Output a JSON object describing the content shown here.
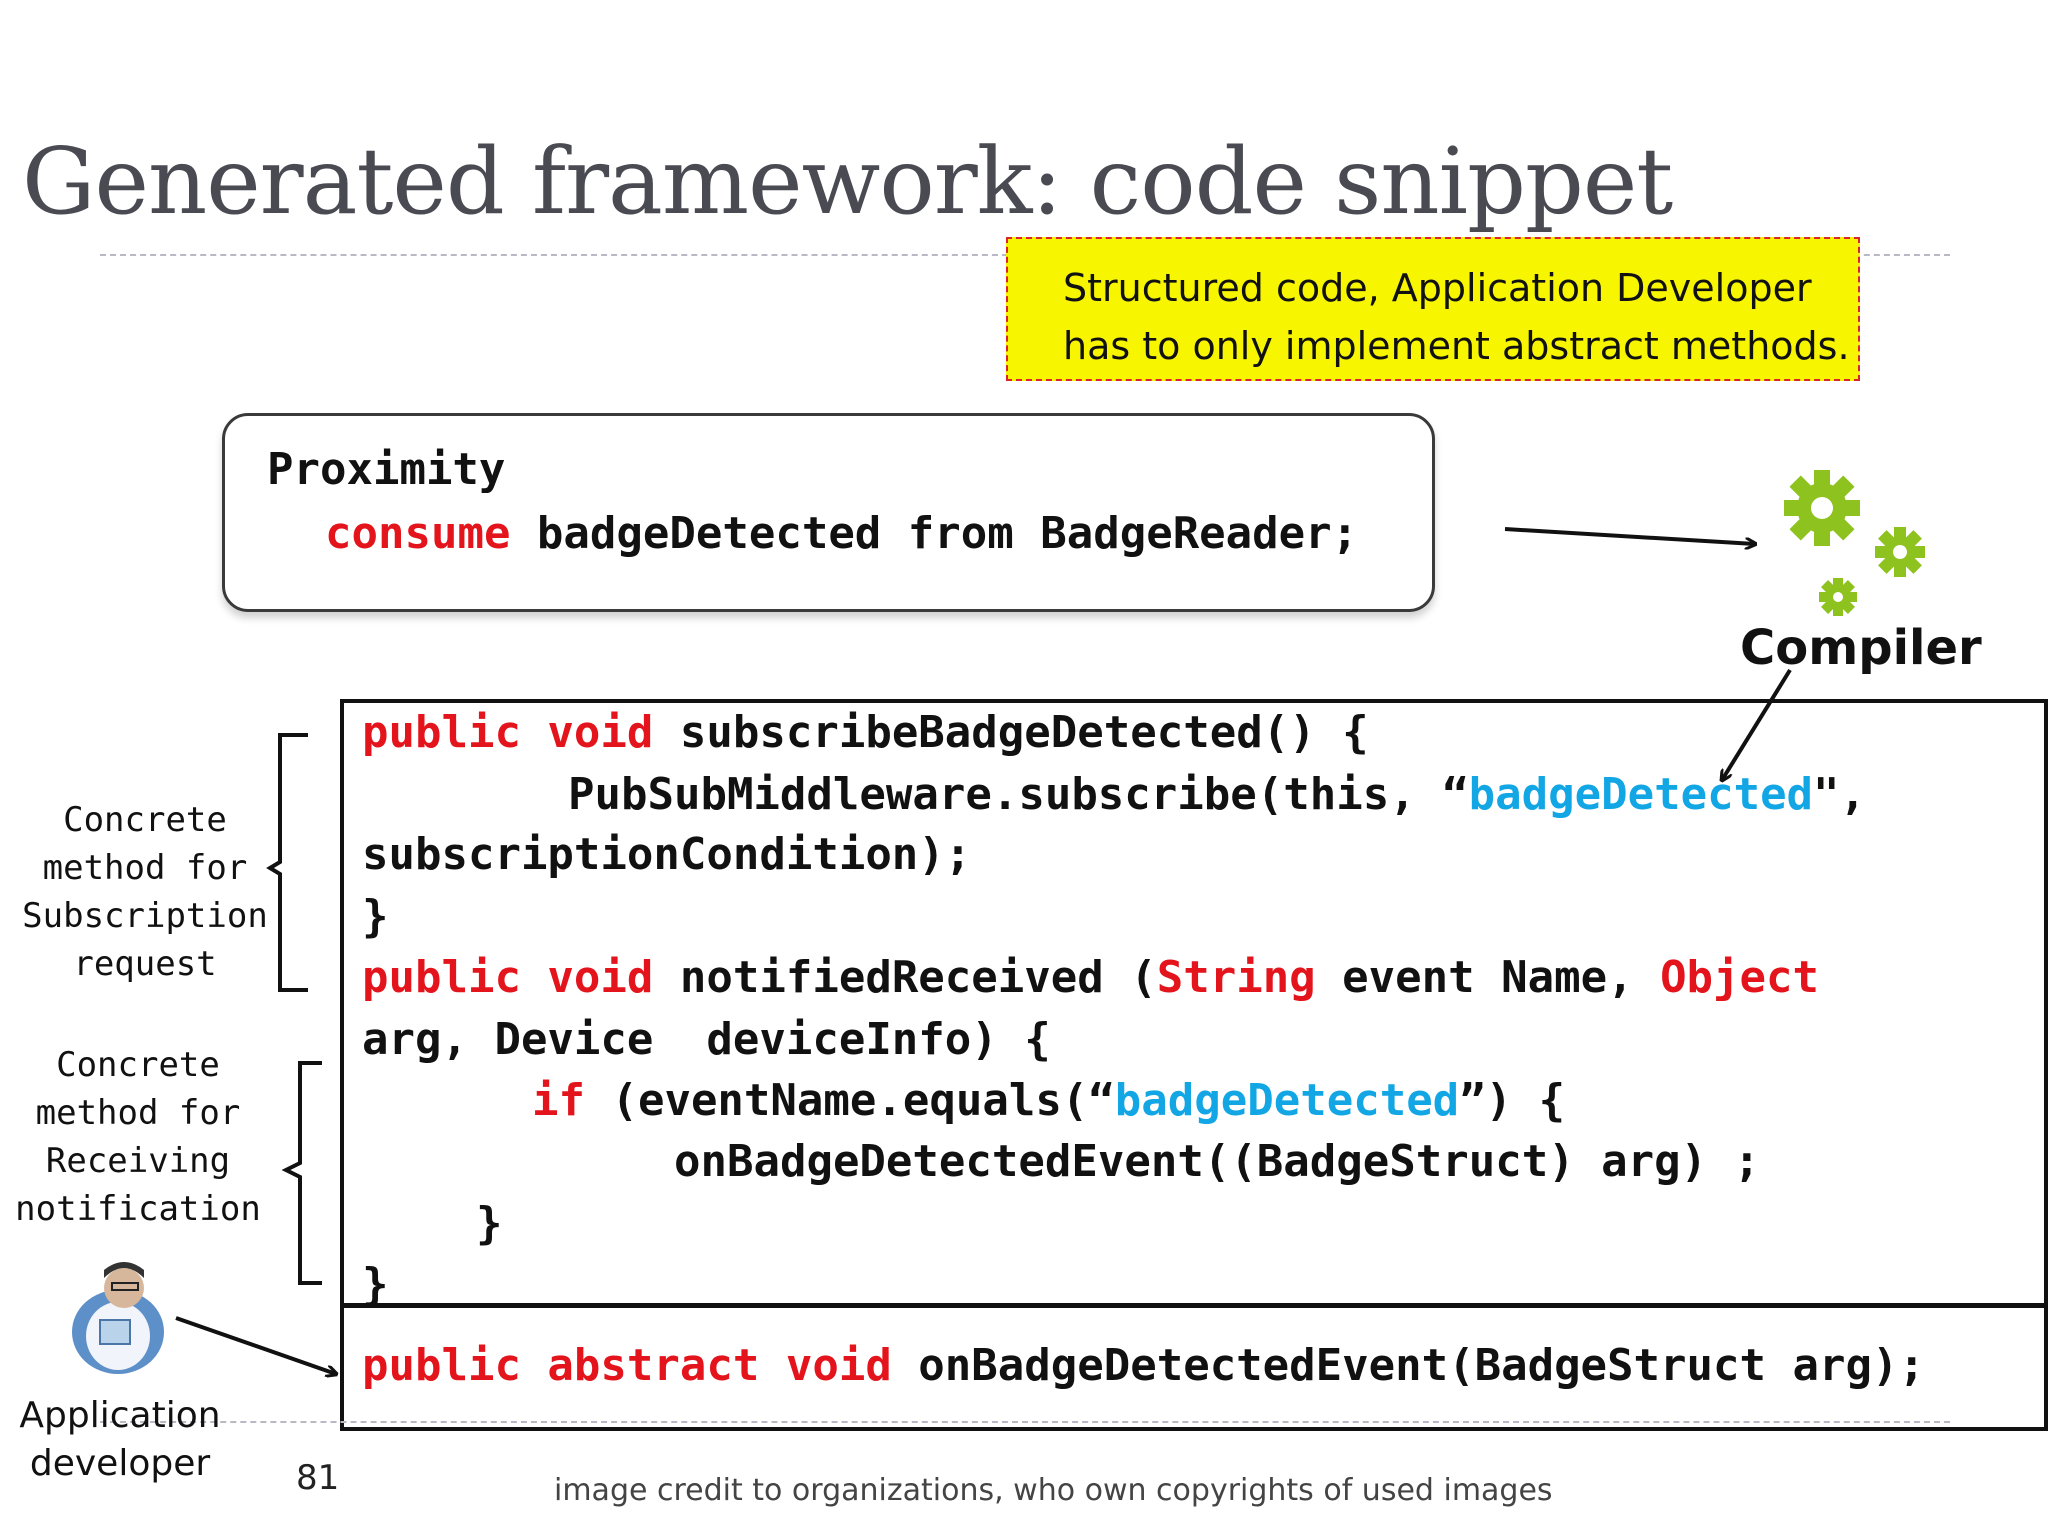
{
  "slide": {
    "title": "Generated framework: code snippet",
    "note_line1": "Structured code, Application Developer",
    "note_line2": "has to only implement abstract methods.",
    "idl": {
      "line1": "Proximity",
      "kw": "consume",
      "rest": " badgeDetected from BadgeReader;"
    },
    "compiler_label": "Compiler",
    "code": {
      "l1_kw": "public void",
      "l1_rest": " subscribeBadgeDetected() {",
      "l2_a": "PubSubMiddleware.subscribe(this, “",
      "l2_str": "badgeDetected",
      "l2_b": "\",",
      "l3": "subscriptionCondition);",
      "l4": "}",
      "l5_kw": "public void",
      "l5_a": " notifiedReceived (",
      "l5_kw2": "String",
      "l5_b": " event Name, ",
      "l5_kw3": "Object",
      "l6": "arg, Device  deviceInfo) {",
      "l7_kw": "if",
      "l7_a": " (eventName.equals(“",
      "l7_str": "badgeDetected",
      "l7_b": "”) {",
      "l8": "onBadgeDetectedEvent((BadgeStruct) arg) ;",
      "l9": "}",
      "l10": "}"
    },
    "abstract_line": {
      "kw": "public abstract void",
      "rest": " onBadgeDetectedEvent(BadgeStruct arg);"
    },
    "annotation_subscription": [
      "Concrete",
      "method for",
      "Subscription",
      "request"
    ],
    "annotation_receiving": [
      "Concrete",
      "method for",
      "Receiving",
      "notification"
    ],
    "developer_label": [
      "Application",
      "developer"
    ],
    "page_number": "81",
    "credit": "image credit to organizations, who own copyrights of used images"
  }
}
